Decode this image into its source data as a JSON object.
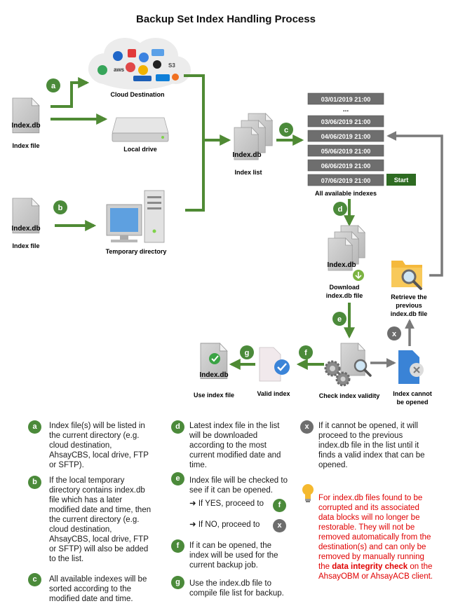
{
  "title": "Backup Set Index Handling Process",
  "colors": {
    "green": "#4b8a3a",
    "arrow": "#4f8a34",
    "grey_badge": "#6d6d6d",
    "date_box": "#6e6e6e",
    "start": "#2e6b22",
    "red_note": "#e00000"
  },
  "icons": {
    "file": "file-icon",
    "cloud": "cloud-icon",
    "drive": "drive-icon",
    "computer": "computer-icon",
    "folder": "folder-search-icon",
    "check": "check-icon",
    "gear": "gear-icon",
    "lightbulb": "lightbulb-icon"
  },
  "labels": {
    "index_db": "Index.db",
    "index_file_a": "Index file",
    "index_file_b": "Index file",
    "cloud_destination": "Cloud Destination",
    "local_drive": "Local drive",
    "temporary_directory": "Temporary directory",
    "index_list": "Index list",
    "all_available_indexes": "All available indexes",
    "download_line1": "Download",
    "download_line2": "index.db file",
    "retrieve_line1": "Retrieve the",
    "retrieve_line2": "previous",
    "retrieve_line3": "index.db file",
    "use_index_file": "Use index file",
    "valid_index": "Valid index",
    "check_index_validity": "Check index validity",
    "cannot_line1": "Index cannot",
    "cannot_line2": "be opened",
    "start": "Start",
    "ellipsis": "...",
    "cloud_logos": [
      "aws",
      "S3"
    ]
  },
  "dates": [
    "03/01/2019 21:00",
    "03/06/2019 21:00",
    "04/06/2019 21:00",
    "05/06/2019 21:00",
    "06/06/2019 21:00",
    "07/06/2019 21:00"
  ],
  "badges": {
    "a": "a",
    "b": "b",
    "c": "c",
    "d": "d",
    "e": "e",
    "f": "f",
    "g": "g",
    "x": "x"
  },
  "legend": {
    "a": "Index file(s) will be listed in the current directory (e.g. cloud destination, AhsayCBS, local drive, FTP or SFTP).",
    "b": "If the local temporary directory contains index.db file which has a later modified date and time, then the current directory (e.g. cloud destination, AhsayCBS, local drive, FTP or SFTP) will also be added to the list.",
    "c": "All available indexes will be sorted according to the modified date and time.",
    "d": "Latest index file in the list will be downloaded according to the most current modified date and time.",
    "e": "Index file will be checked to see if it can be opened.",
    "e_yes": "If YES, proceed to",
    "e_no": "If NO, proceed to",
    "f": "If it can be opened, the index will be used for the current backup job.",
    "g": "Use the index.db file to compile file list for backup.",
    "x": "If it cannot be opened, it will proceed to the previous index.db file in the list until it finds a valid index that can be opened.",
    "note_part1": "For index.db files found to be corrupted and its associated data blocks will no longer be restorable. They will not be removed automatically from the destination(s) and can only be removed by manually running the ",
    "note_bold": "data integrity check",
    "note_part2": " on the AhsayOBM or AhsayACB client."
  }
}
